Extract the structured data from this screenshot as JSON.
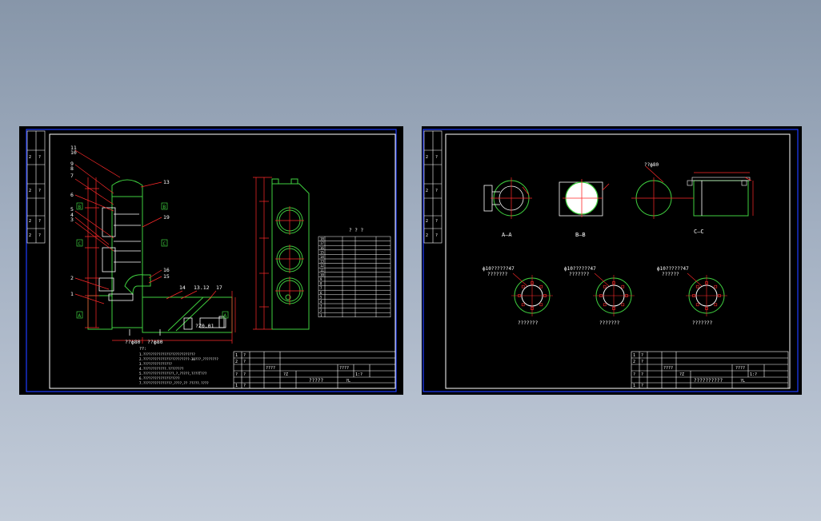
{
  "sheet_left": {
    "callouts_left": [
      "11",
      "10",
      "9",
      "8",
      "7",
      "6",
      "5",
      "4",
      "3",
      "2",
      "1"
    ],
    "callouts_right": [
      "13",
      "19",
      "16",
      "15",
      "14",
      "13.12",
      "17"
    ],
    "section_marks": [
      "B",
      "B",
      "C",
      "C",
      "A",
      "A"
    ],
    "pipe_labels": [
      "??ф80",
      "??ф80"
    ],
    "box_label": "?Z0.01",
    "parts_table_title": "? ? ?",
    "parts_rows": 18,
    "notes_title": "??:",
    "notes": [
      "1.???????????????????????????",
      "2.????????????????????????-30???,????????",
      "3.???????????????",
      "4.????????????.????????",
      "5.????????????????,?,?????,????T???",
      "6.???????????????????",
      "7.???????????????,????,?? ?????.????"
    ],
    "title_block": {
      "row1": "????",
      "row2": "????",
      "drawing_title": "?????",
      "scale": "1:?",
      "mark": "?L"
    }
  },
  "sheet_right": {
    "views": [
      {
        "label": "A—A"
      },
      {
        "label": "B—B"
      },
      {
        "label": "C—C",
        "dim": "??ф80"
      }
    ],
    "flanges": [
      {
        "top_label": "ф10??????47",
        "sub_label": "???????",
        "bottom_label": "???????"
      },
      {
        "top_label": "ф10??????47",
        "sub_label": "???????",
        "bottom_label": "???????"
      },
      {
        "top_label": "ф10??????47",
        "sub_label": "??????",
        "bottom_label": "???????"
      }
    ],
    "title_block": {
      "row1": "????",
      "row2": "????",
      "drawing_title": "??????????",
      "scale": "1:?",
      "mark": "?L"
    }
  },
  "colors": {
    "frame": "#1f3dff",
    "dim_line": "#ff2a2a",
    "body": "#3fcf3f",
    "text": "#ffffff",
    "table": "#ffffff"
  }
}
